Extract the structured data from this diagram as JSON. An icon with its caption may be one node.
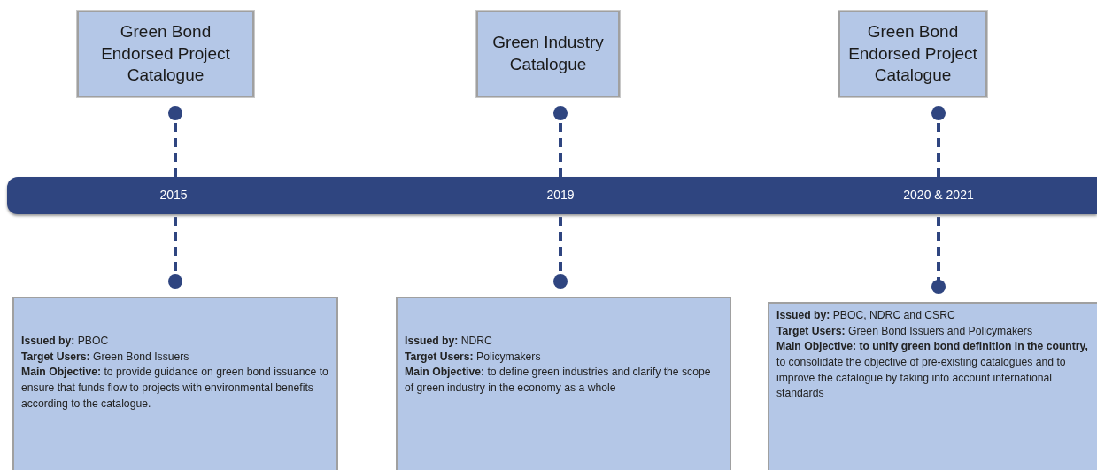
{
  "diagram": {
    "nodes": [
      {
        "text": [
          "Green Bond Endorsed Project Catalogue"
        ]
      },
      {
        "text": [
          "Green Industry Catalogue"
        ]
      },
      {
        "text": [
          "Green Bond Endorsed Project Catalogue"
        ]
      },
      {
        "text": [
          "2015",
          "2019",
          "2020 & 2021"
        ]
      },
      {
        "text": [
          "**Issued by:** PBOC",
          "**Target Users:** Green Bond Issuers",
          "**Main Objective:** to provide guidance on green bond issuance to ensure that funds flow to projects with environmental benefits according to the catalogue."
        ]
      },
      {
        "text": [
          "**Issued by:** NDRC",
          "**Target Users:** Policymakers",
          "**Main Objective:** to define green industries and clarify the scope of green industry in the economy as a whole"
        ]
      },
      {
        "text": [
          "**Issued by:** PBOC, NDRC and CSRC",
          "**Target Users:** Green Bond Issuers and Policymakers",
          "**Main Objective: to unify green bond definition in the country,** to consolidate the objective of pre-existing catalogues and to improve the catalogue by taking into account international standards"
        ]
      }
    ],
    "edges": [
      {
        "from": 3,
        "to": 0,
        "arrow": "other",
        "style": "dashed"
      },
      {
        "from": 3,
        "to": 4,
        "arrow": "other",
        "style": "dashed"
      },
      {
        "from": 3,
        "to": 1,
        "arrow": "other",
        "style": "dashed"
      },
      {
        "from": 3,
        "to": 5,
        "arrow": "other",
        "style": "dashed"
      },
      {
        "from": 3,
        "to": 2,
        "arrow": "other",
        "style": "dashed"
      },
      {
        "from": 3,
        "to": 6,
        "arrow": "other",
        "style": "dashed"
      }
    ]
  }
}
